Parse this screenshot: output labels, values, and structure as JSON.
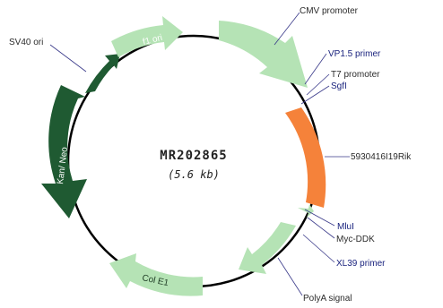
{
  "plasmid": {
    "name": "MR202865",
    "size": "(5.6 kb)"
  },
  "features": {
    "f1_ori": "f1 ori",
    "kan_neo": "Kan/ Neo",
    "col_e1": "Col E1"
  },
  "labels": {
    "sv40_ori": "SV40 ori",
    "cmv_promoter": "CMV promoter",
    "vp15_primer": "VP1.5 primer",
    "t7_promoter": "T7 promoter",
    "sgfi": "SgfI",
    "insert": "5930416I19Rik",
    "mlui": "MluI",
    "myc_ddk": "Myc-DDK",
    "xl39_primer": "XL39 primer",
    "polya_signal": "PolyA signal"
  },
  "colors": {
    "backbone": "#000000",
    "light_green": "#b5e3b5",
    "dark_green": "#1f5a32",
    "insert_orange": "#f5823a",
    "label_dark": "#1a237e",
    "leader_line": "#3a3a8a"
  }
}
